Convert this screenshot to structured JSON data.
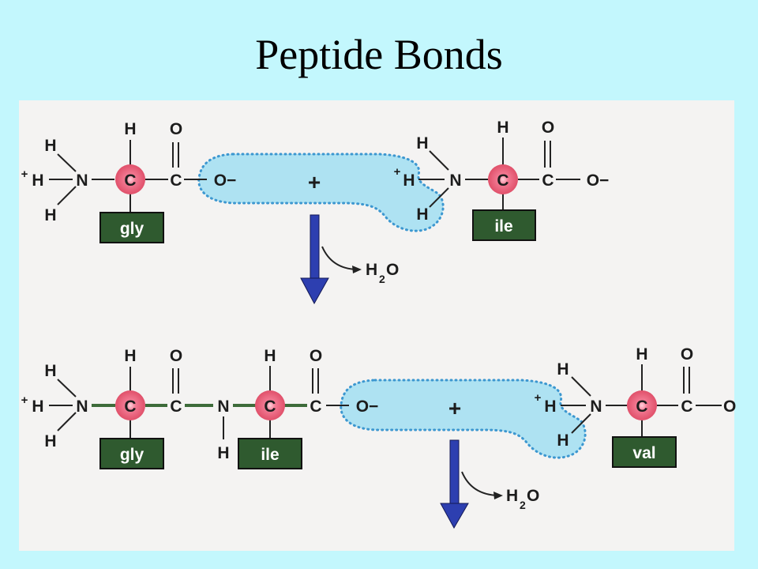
{
  "title": "Peptide Bonds",
  "atoms": {
    "H": "H",
    "N": "N",
    "C": "C",
    "O": "O",
    "O_minus": "O−",
    "plus_sign": "+",
    "charge": "+",
    "water_H": "H",
    "water_sub": "2",
    "water_O": "O"
  },
  "labels": {
    "gly": "gly",
    "ile": "ile",
    "val": "val"
  },
  "colors": {
    "background": "#c3f7fd",
    "panel": "#f4f3f2",
    "alpha_carbon": "#e0506a",
    "peptide_bond": "#3d6b3a",
    "side_chain_box": "#2f5a2f",
    "arrow": "#2d3fb0",
    "water_zone": "#aee2f2"
  }
}
